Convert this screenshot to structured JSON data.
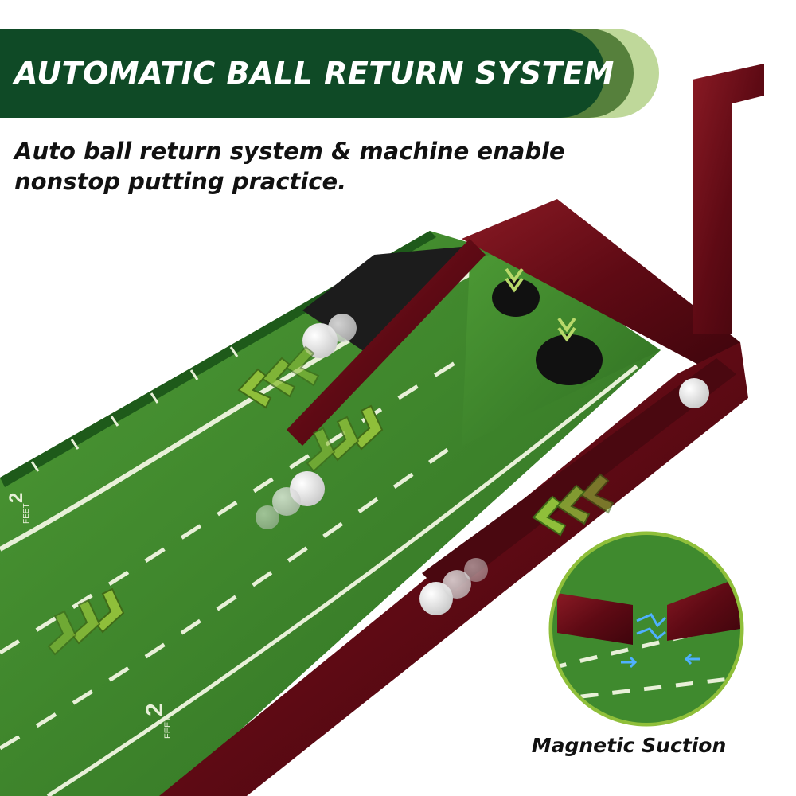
{
  "banner": {
    "title": "AUTOMATIC BALL RETURN SYSTEM"
  },
  "subtitle": {
    "line1": "Auto ball return system & machine enable",
    "line2": "nonstop putting practice."
  },
  "mat": {
    "marker_left": "2",
    "marker_left_unit": "FEET",
    "marker_bottom": "2",
    "marker_bottom_unit": "FEET"
  },
  "inset": {
    "caption": "Magnetic Suction"
  },
  "colors": {
    "banner": "#0f4a26",
    "accent_dark": "#56803c",
    "accent_light": "#bfd89a",
    "turf": "#3f8a2e",
    "wood": "#6a0f18"
  },
  "icons": [
    "chevron-arrows-icon",
    "golf-ball-icon",
    "magnet-flow-icon"
  ]
}
